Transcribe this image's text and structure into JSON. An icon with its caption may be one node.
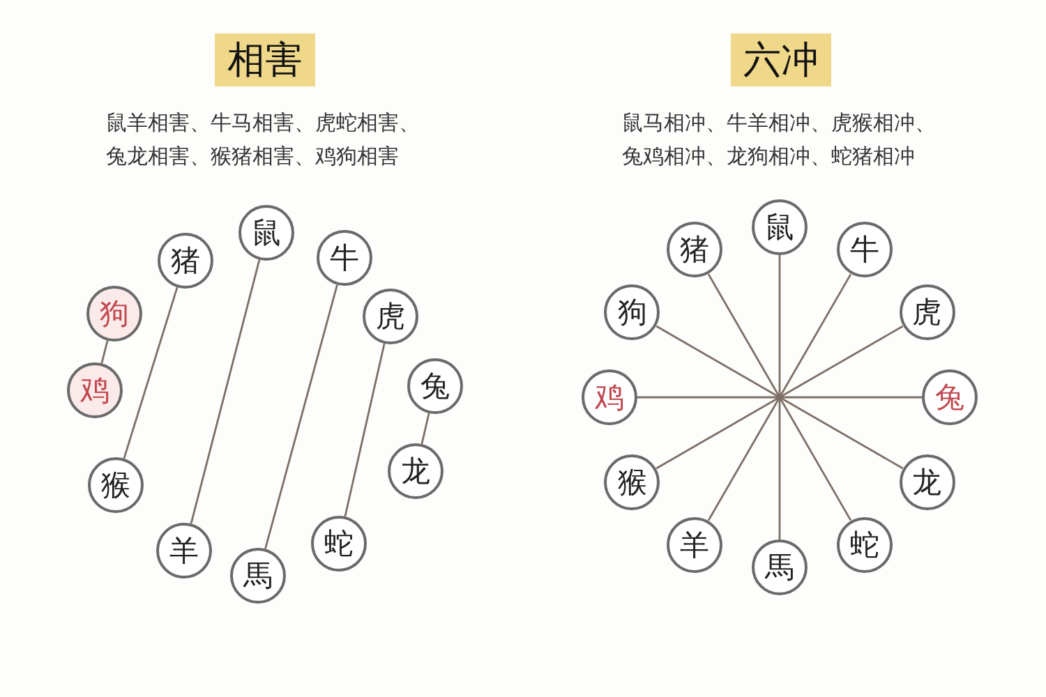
{
  "diagram": {
    "nodes": [
      {
        "text": [
          "相害"
        ]
      },
      {
        "text": [
          "猪"
        ]
      },
      {
        "text": [
          "鼠"
        ]
      },
      {
        "text": [
          "牛"
        ]
      },
      {
        "text": [
          "虎"
        ]
      },
      {
        "text": [
          "兔"
        ]
      },
      {
        "text": [
          "龙"
        ]
      },
      {
        "text": [
          "蛇"
        ]
      },
      {
        "text": [
          "馬"
        ]
      },
      {
        "text": [
          "羊"
        ]
      },
      {
        "text": [
          "猴"
        ]
      },
      {
        "text": [
          "鸡"
        ]
      },
      {
        "text": [
          "狗"
        ]
      },
      {
        "text": [
          "六冲"
        ]
      },
      {
        "text": [
          "鼠"
        ]
      },
      {
        "text": [
          "牛"
        ]
      },
      {
        "text": [
          "虎"
        ]
      },
      {
        "text": [
          "兔"
        ]
      },
      {
        "text": [
          "龙"
        ]
      },
      {
        "text": [
          "蛇"
        ]
      },
      {
        "text": [
          "馬"
        ]
      },
      {
        "text": [
          "羊"
        ]
      },
      {
        "text": [
          "猴"
        ]
      },
      {
        "text": [
          "鸡"
        ]
      },
      {
        "text": [
          "狗"
        ]
      },
      {
        "text": [
          "猪"
        ]
      }
    ],
    "edges": [
      {
        "from": 1,
        "to": 10,
        "arrow": "none"
      },
      {
        "from": 2,
        "to": 9,
        "arrow": "none"
      },
      {
        "from": 3,
        "to": 8,
        "arrow": "none"
      },
      {
        "from": 4,
        "to": 7,
        "arrow": "none"
      },
      {
        "from": 5,
        "to": 6,
        "arrow": "none"
      },
      {
        "from": 12,
        "to": 11,
        "arrow": "none"
      },
      {
        "from": 14,
        "to": 20,
        "arrow": "none"
      },
      {
        "from": 15,
        "to": 21,
        "arrow": "none"
      },
      {
        "from": 16,
        "to": 22,
        "arrow": "none"
      },
      {
        "from": 17,
        "to": 23,
        "arrow": "none"
      },
      {
        "from": 18,
        "to": 24,
        "arrow": "none"
      },
      {
        "from": 19,
        "to": 25,
        "arrow": "none"
      }
    ],
    "labels": [
      "鼠羊相害、牛马相害、虎蛇相害、兔龙相害、猴猪相害、鸡狗相害",
      "鼠马相冲、牛羊相冲、虎猴相冲、兔鸡相冲、龙狗相冲、蛇猪相冲"
    ]
  }
}
